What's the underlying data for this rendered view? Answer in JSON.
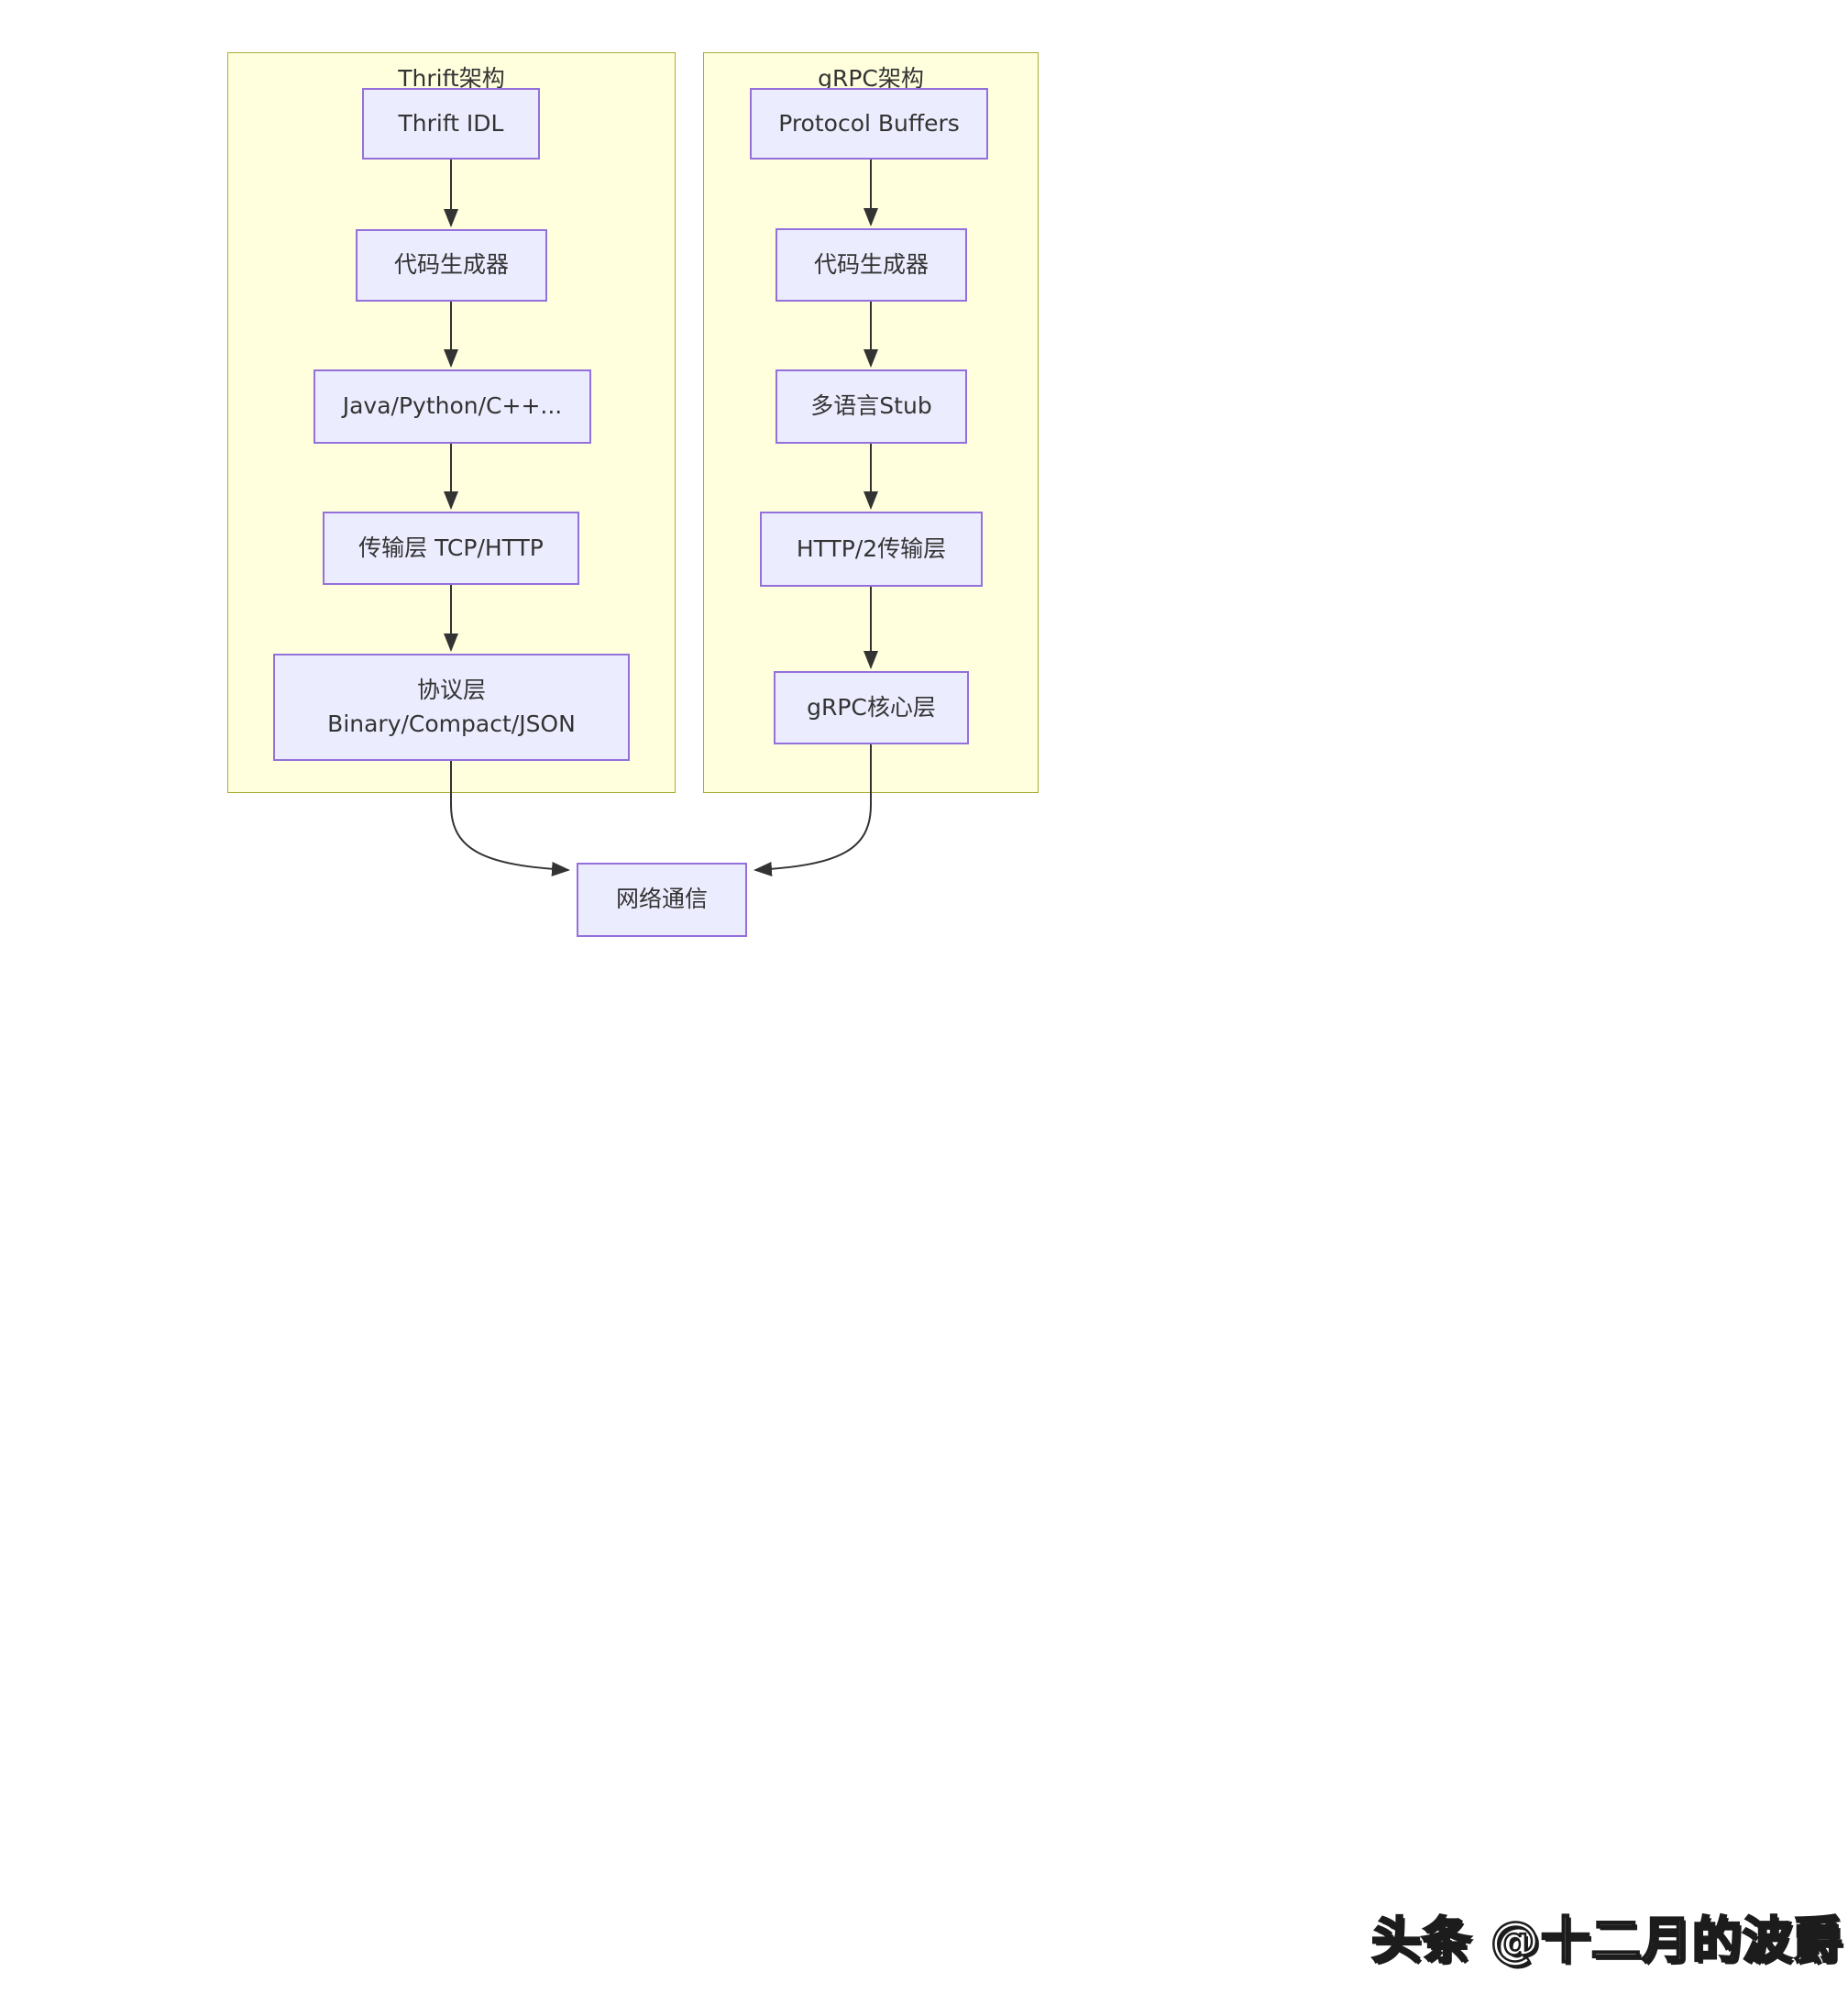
{
  "diagram": {
    "panels": [
      {
        "title": "Thrift架构",
        "nodes": [
          {
            "label": "Thrift IDL"
          },
          {
            "label": "代码生成器"
          },
          {
            "label": "Java/Python/C++..."
          },
          {
            "label": "传输层 TCP/HTTP"
          },
          {
            "label": "协议层",
            "label2": "Binary/Compact/JSON"
          }
        ]
      },
      {
        "title": "gRPC架构",
        "nodes": [
          {
            "label": "Protocol Buffers"
          },
          {
            "label": "代码生成器"
          },
          {
            "label": "多语言Stub"
          },
          {
            "label": "HTTP/2传输层"
          },
          {
            "label": "gRPC核心层"
          }
        ]
      }
    ],
    "merge_node": {
      "label": "网络通信"
    },
    "colors": {
      "panel_fill": "#ffffde",
      "panel_border": "#aaaa33",
      "node_fill": "#ececff",
      "node_border": "#9370db",
      "text": "#333333",
      "arrow": "#333333"
    }
  },
  "watermark": {
    "text": "头条 @十二月的波爵"
  }
}
